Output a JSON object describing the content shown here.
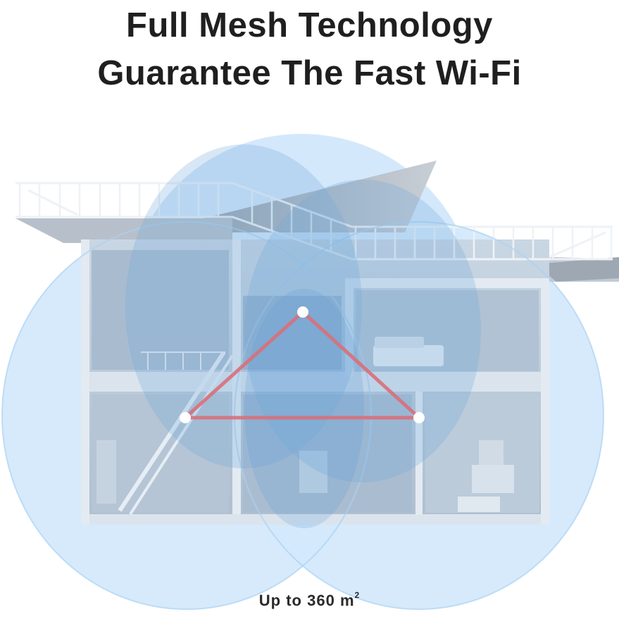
{
  "headline": {
    "line1": "Full Mesh Technology",
    "line2": "Guarantee The Fast Wi-Fi"
  },
  "illustration": {
    "subject": "two-story house cutaway with rooftop terrace",
    "coverage_circles": 3,
    "mesh_nodes": 3,
    "link_color": "#d9707a",
    "coverage_color": "#9fcbef",
    "node_color": "#ffffff"
  },
  "caption": {
    "text": "Up to 360",
    "unit": "m",
    "exponent": "2"
  }
}
